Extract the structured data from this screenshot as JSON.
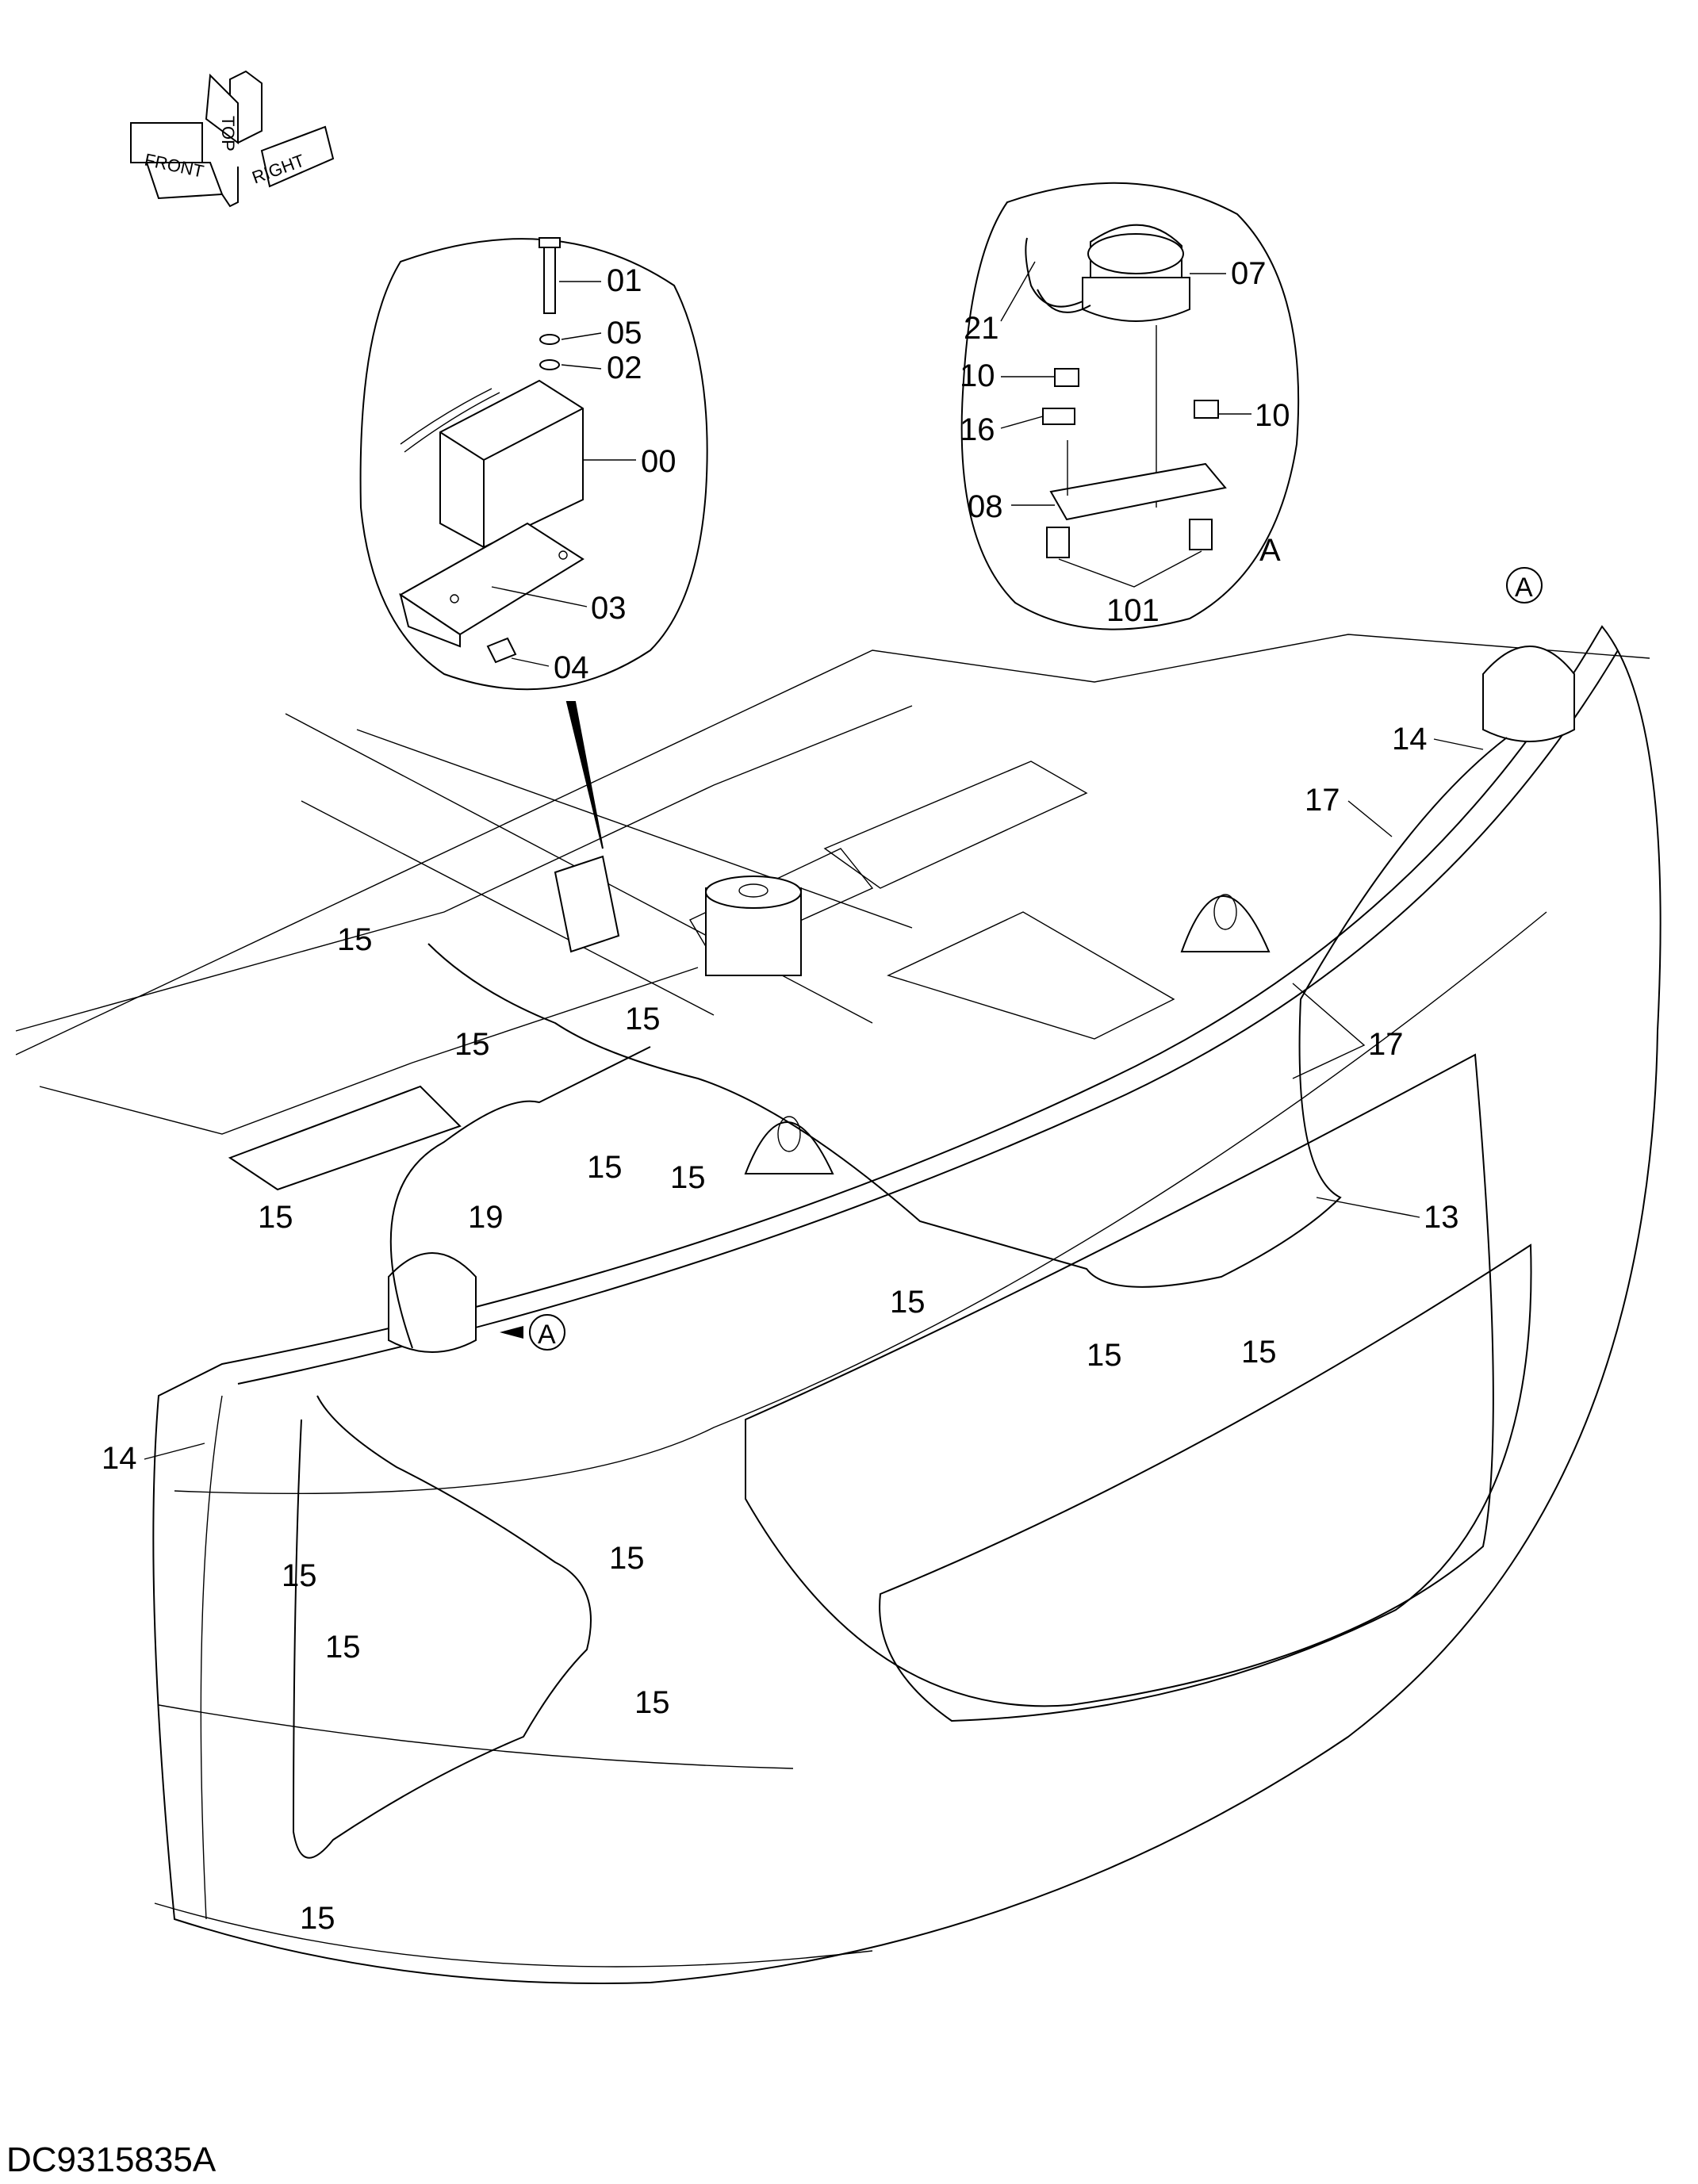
{
  "drawing_id": "DC9315835A",
  "orientation": {
    "top": "TOP",
    "front": "FRONT",
    "right": "RIGHT"
  },
  "detail_ref": "A",
  "callouts": [
    {
      "label": "01"
    },
    {
      "label": "05"
    },
    {
      "label": "02"
    },
    {
      "label": "00"
    },
    {
      "label": "03"
    },
    {
      "label": "04"
    },
    {
      "label": "07"
    },
    {
      "label": "21"
    },
    {
      "label": "10"
    },
    {
      "label": "10"
    },
    {
      "label": "16"
    },
    {
      "label": "08"
    },
    {
      "label": "101"
    },
    {
      "label": "14"
    },
    {
      "label": "17"
    },
    {
      "label": "17"
    },
    {
      "label": "13"
    },
    {
      "label": "15"
    },
    {
      "label": "15"
    },
    {
      "label": "15"
    },
    {
      "label": "15"
    },
    {
      "label": "15"
    },
    {
      "label": "19"
    },
    {
      "label": "15"
    },
    {
      "label": "15"
    },
    {
      "label": "15"
    },
    {
      "label": "15"
    },
    {
      "label": "14"
    },
    {
      "label": "15"
    },
    {
      "label": "15"
    },
    {
      "label": "15"
    },
    {
      "label": "15"
    },
    {
      "label": "15"
    }
  ]
}
